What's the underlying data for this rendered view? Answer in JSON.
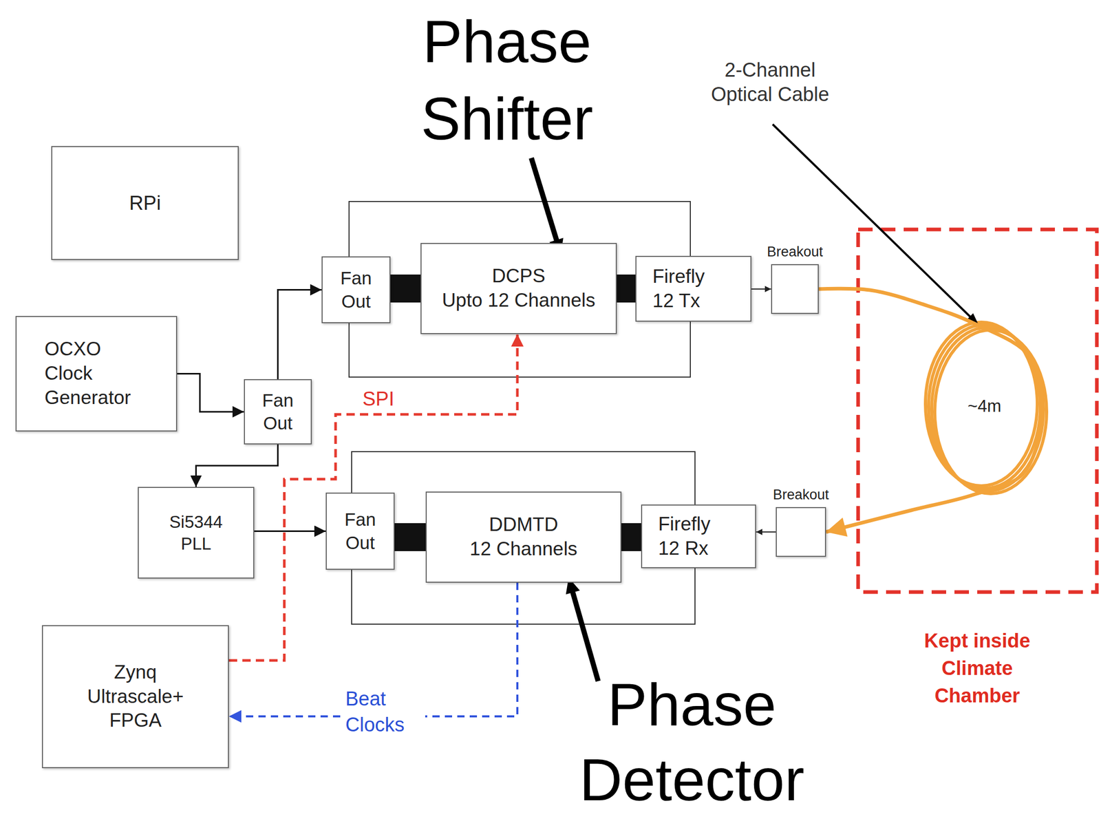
{
  "diagram": {
    "nodes": [
      {
        "text": [
          "RPi"
        ]
      },
      {
        "text": [
          "Fan Out"
        ]
      },
      {
        "text": [
          "DCPS",
          "Upto 12 Channels"
        ]
      },
      {
        "text": [
          "Firefly 12 Tx"
        ]
      },
      {
        "text": [
          "Breakout"
        ]
      },
      {
        "text": [
          "OCXO Clock Generator"
        ]
      },
      {
        "text": [
          "Fan Out"
        ]
      },
      {
        "text": [
          "Si5344 PLL"
        ]
      },
      {
        "text": [
          "Fan Out"
        ]
      },
      {
        "text": [
          "DDMTD",
          "12 Channels"
        ]
      },
      {
        "text": [
          "Firefly 12 Rx"
        ]
      },
      {
        "text": [
          "Breakout"
        ]
      },
      {
        "text": [
          "Zynq Ultrascale+ FPGA"
        ]
      }
    ],
    "edges": [
      {
        "from": 5,
        "to": 6,
        "arrow": "to"
      },
      {
        "from": 6,
        "to": 1,
        "arrow": "to"
      },
      {
        "from": 6,
        "to": 7,
        "arrow": "to"
      },
      {
        "from": 7,
        "to": 8,
        "arrow": "to"
      },
      {
        "from": 1,
        "to": 2,
        "arrow": "none"
      },
      {
        "from": 2,
        "to": 3,
        "arrow": "none"
      },
      {
        "from": 3,
        "to": 4,
        "arrow": "to"
      },
      {
        "from": 4,
        "to": 11,
        "arrow": "to"
      },
      {
        "from": 11,
        "to": 10,
        "arrow": "to"
      },
      {
        "from": 8,
        "to": 9,
        "arrow": "none"
      },
      {
        "from": 9,
        "to": 10,
        "arrow": "none"
      },
      {
        "from": 12,
        "to": 2,
        "arrow": "to",
        "label": "SPI"
      },
      {
        "from": 9,
        "to": 12,
        "arrow": "to",
        "label": "Beat Clocks"
      }
    ],
    "labels": [
      "Phase Shifter",
      "2-Channel Optical Cable",
      "~4m",
      "Kept inside Climate Chamber",
      "Phase Detector"
    ]
  }
}
